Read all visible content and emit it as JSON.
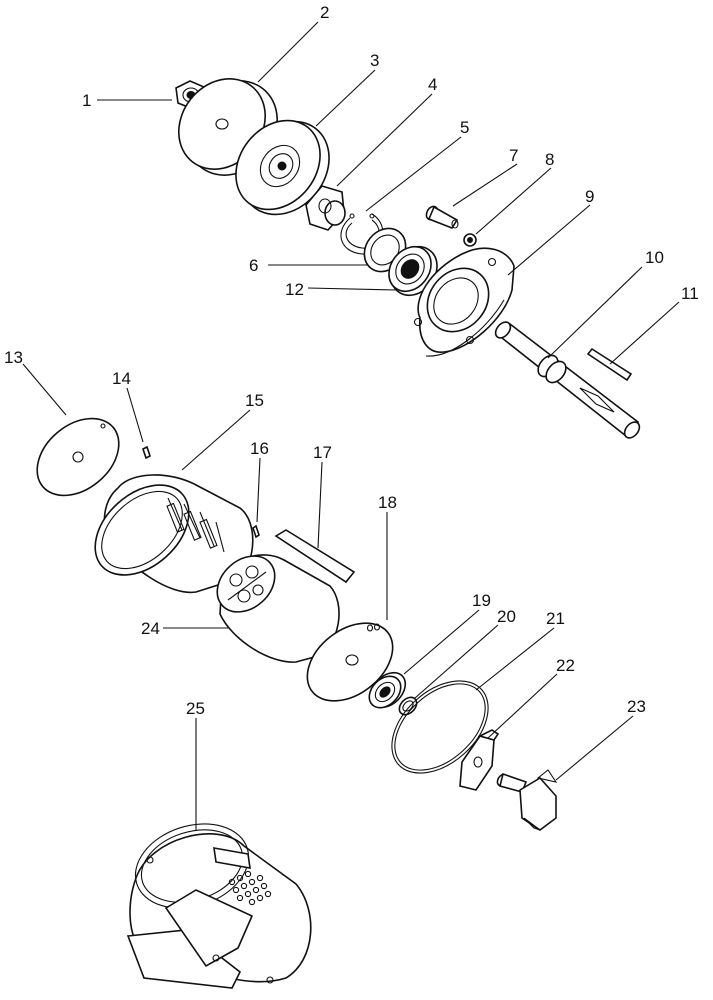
{
  "diagram": {
    "callouts": [
      {
        "id": "c1",
        "label": "1"
      },
      {
        "id": "c2",
        "label": "2"
      },
      {
        "id": "c3",
        "label": "3"
      },
      {
        "id": "c4",
        "label": "4"
      },
      {
        "id": "c5",
        "label": "5"
      },
      {
        "id": "c6",
        "label": "6"
      },
      {
        "id": "c7",
        "label": "7"
      },
      {
        "id": "c8",
        "label": "8"
      },
      {
        "id": "c9",
        "label": "9"
      },
      {
        "id": "c10",
        "label": "10"
      },
      {
        "id": "c11",
        "label": "11"
      },
      {
        "id": "c12",
        "label": "12"
      },
      {
        "id": "c13",
        "label": "13"
      },
      {
        "id": "c14",
        "label": "14"
      },
      {
        "id": "c15",
        "label": "15"
      },
      {
        "id": "c16",
        "label": "16"
      },
      {
        "id": "c17",
        "label": "17"
      },
      {
        "id": "c18",
        "label": "18"
      },
      {
        "id": "c19",
        "label": "19"
      },
      {
        "id": "c20",
        "label": "20"
      },
      {
        "id": "c21",
        "label": "21"
      },
      {
        "id": "c22",
        "label": "22"
      },
      {
        "id": "c23",
        "label": "23"
      },
      {
        "id": "c24",
        "label": "24"
      },
      {
        "id": "c25",
        "label": "25"
      }
    ]
  }
}
